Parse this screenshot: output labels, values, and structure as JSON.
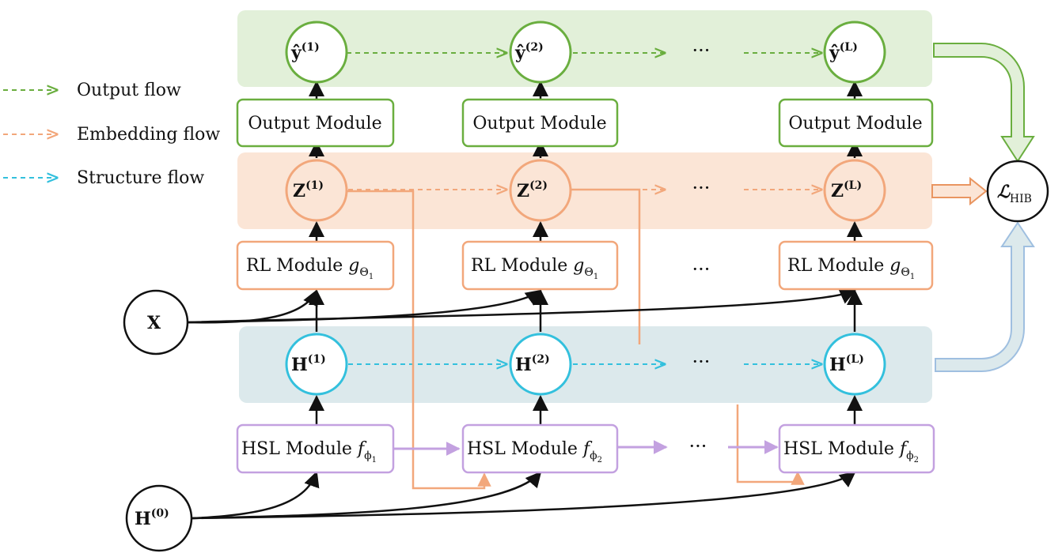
{
  "legend": {
    "output_flow": "Output flow",
    "embedding_flow": "Embedding flow",
    "structure_flow": "Structure flow"
  },
  "colors": {
    "green": "#6aae3f",
    "green_band": "#e2f0d9",
    "orange": "#f2a77b",
    "orange_band": "#fbe5d6",
    "cyan": "#33c0dd",
    "blue_band": "#dce9ec",
    "purple": "#c3a1e0",
    "black": "#111111"
  },
  "nodes": {
    "y": {
      "symbol": "ŷ",
      "sups": [
        "(1)",
        "(2)",
        "(L)"
      ]
    },
    "z": {
      "symbol": "Z",
      "sups": [
        "(1)",
        "(2)",
        "(L)"
      ]
    },
    "h": {
      "symbol": "H",
      "sups": [
        "(1)",
        "(2)",
        "(L)"
      ]
    },
    "x": {
      "symbol": "X"
    },
    "h0": {
      "symbol": "H",
      "sup": "(0)"
    },
    "loss": {
      "symbol": "ℒ",
      "sub": "HIB"
    }
  },
  "modules": {
    "output": "Output Module",
    "rl_prefix": "RL Module ",
    "rl_g": "g",
    "rl_sub": "Θ",
    "rl_subsub": "1",
    "hsl_prefix": "HSL Module ",
    "hsl_f": "f",
    "hsl_sub": "ϕ",
    "hsl_subsubs": [
      "1",
      "2",
      "2"
    ]
  },
  "ellipsis": "···"
}
